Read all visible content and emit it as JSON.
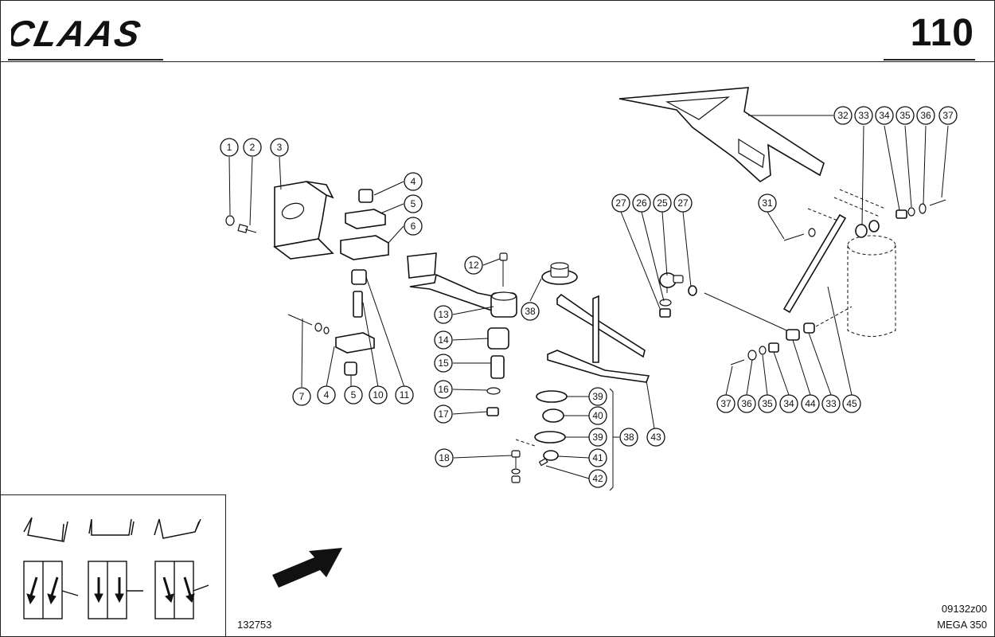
{
  "header": {
    "brand": "CLAAS",
    "page_number": "110"
  },
  "footer": {
    "drawing_number": "132753",
    "reference": "09132z00",
    "model": "MEGA 350"
  },
  "callouts": [
    "1",
    "2",
    "3",
    "4",
    "5",
    "6",
    "4",
    "5",
    "4",
    "7",
    "10",
    "11",
    "12",
    "13",
    "14",
    "15",
    "16",
    "17",
    "18",
    "38",
    "39",
    "40",
    "39",
    "41",
    "42",
    "38",
    "43",
    "27",
    "26",
    "25",
    "27",
    "31",
    "32",
    "33",
    "34",
    "35",
    "36",
    "37",
    "37",
    "36",
    "35",
    "34",
    "44",
    "33",
    "45"
  ],
  "icons": [
    "direction-arrow-icon",
    "mower-diagram-icon",
    "swath-arrow-icon"
  ]
}
